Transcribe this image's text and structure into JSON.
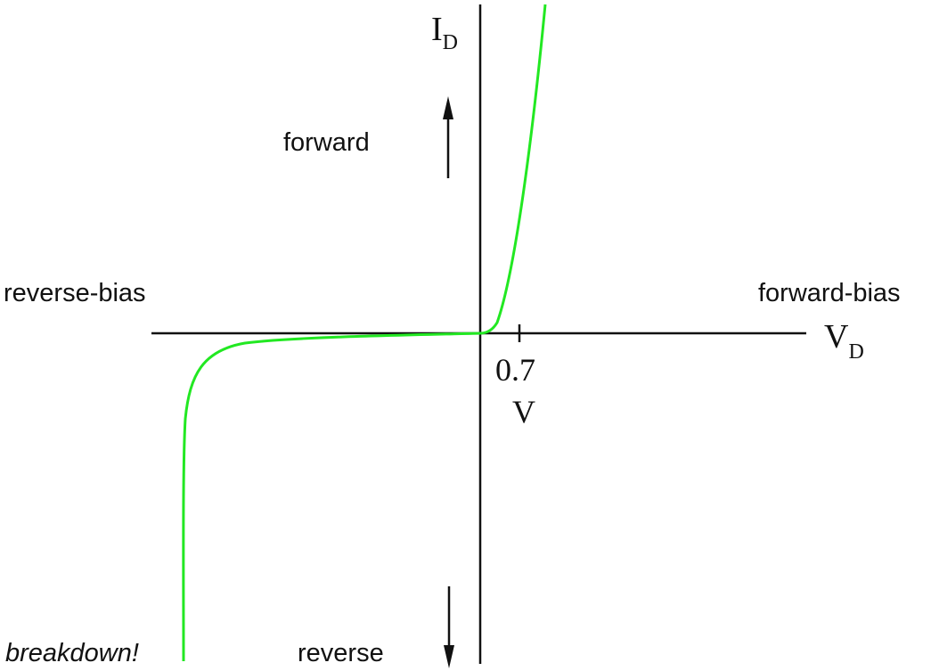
{
  "axes": {
    "y_label": "I",
    "y_label_subscript": "D",
    "x_label": "V",
    "x_label_subscript": "D"
  },
  "tick": {
    "value_label": "0.7",
    "unit_label": "V"
  },
  "annotations": {
    "forward": "forward",
    "reverse": "reverse",
    "forward_bias": "forward-bias",
    "reverse_bias": "reverse-bias",
    "breakdown": "breakdown!"
  },
  "colors": {
    "curve": "#22e822",
    "axis": "#111111"
  },
  "icons": {
    "up_arrow": "arrow-up-icon",
    "down_arrow": "arrow-down-icon"
  }
}
